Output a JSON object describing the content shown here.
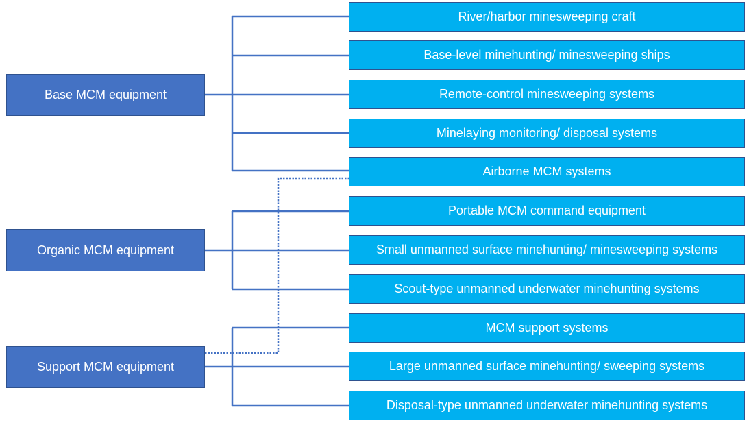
{
  "diagram": {
    "categories": [
      {
        "id": "base",
        "label": "Base MCM equipment"
      },
      {
        "id": "organic",
        "label": "Organic MCM equipment"
      },
      {
        "id": "support",
        "label": "Support MCM equipment"
      }
    ],
    "items": [
      {
        "label": "River/harbor minesweeping craft"
      },
      {
        "label": "Base-level minehunting/ minesweeping ships"
      },
      {
        "label": "Remote-control minesweeping systems"
      },
      {
        "label": "Minelaying monitoring/ disposal systems"
      },
      {
        "label": "Airborne MCM systems"
      },
      {
        "label": "Portable MCM command equipment"
      },
      {
        "label": "Small unmanned surface minehunting/ minesweeping systems"
      },
      {
        "label": "Scout-type unmanned underwater minehunting systems"
      },
      {
        "label": "MCM support systems"
      },
      {
        "label": "Large unmanned surface minehunting/ sweeping systems"
      },
      {
        "label": "Disposal-type unmanned underwater minehunting systems"
      }
    ],
    "connections": [
      {
        "from": "base",
        "to": [
          0,
          1,
          2,
          3,
          4
        ],
        "style": "solid"
      },
      {
        "from": "organic",
        "to": [
          5,
          6,
          7
        ],
        "style": "solid"
      },
      {
        "from": "support",
        "to": [
          8,
          9,
          10
        ],
        "style": "solid"
      },
      {
        "from": "support",
        "to": [
          4
        ],
        "style": "dotted"
      }
    ],
    "colors": {
      "category_fill": "#4472c4",
      "item_fill": "#00b0f0",
      "connector": "#4472c4",
      "border": "#2f528f"
    }
  }
}
